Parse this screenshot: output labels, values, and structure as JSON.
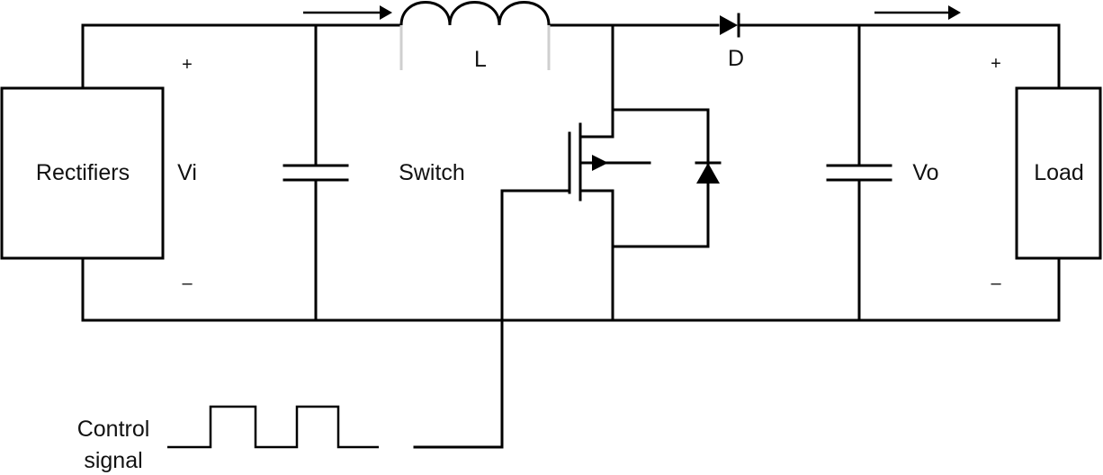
{
  "labels": {
    "rectifiers": "Rectifiers",
    "vi": "Vi",
    "switch": "Switch",
    "inductor": "L",
    "diode": "D",
    "vo": "Vo",
    "load": "Load",
    "control_line1": "Control",
    "control_line2": "signal",
    "vi_plus": "+",
    "vi_minus": "–",
    "vo_plus": "+",
    "vo_minus": "–"
  }
}
